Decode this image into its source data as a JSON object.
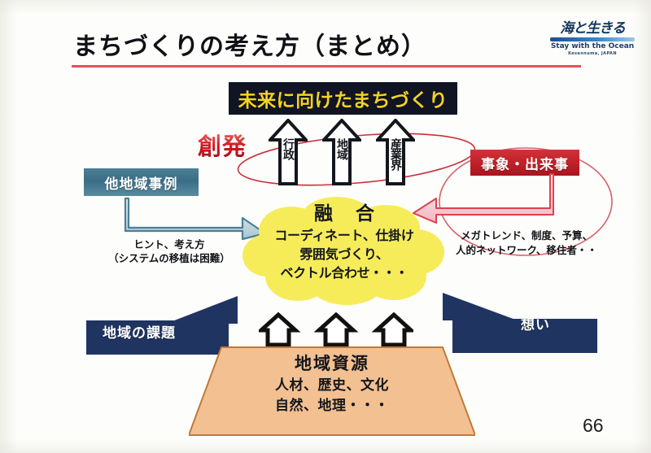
{
  "slide": {
    "title": "まちづくりの考え方（まとめ）",
    "page_number": "66",
    "accent_rule_color": "#e0545c",
    "background_color": "#fdfdfb"
  },
  "logo": {
    "script_text": "海と生きる",
    "english_text": "Stay with the Ocean",
    "sub_text": "Kesennuma, JAPAN",
    "color": "#14365f"
  },
  "banner": {
    "label": "未来に向けたまちづくり",
    "text_color": "#f3d223",
    "background_color": "#111423"
  },
  "emergence": {
    "label": "創発",
    "color": "#d0171f"
  },
  "pillars": {
    "ellipse_color": "#c9303a",
    "items": [
      {
        "label": "行政"
      },
      {
        "label": "地域"
      },
      {
        "label": "産業界"
      }
    ]
  },
  "left_input": {
    "box_label": "他地域事例",
    "box_color": "#3a6d86",
    "note_line1": "ヒント、考え方",
    "note_line2": "（システムの移植は困難）",
    "arrow_color": "#4d7f96"
  },
  "right_input": {
    "box_label": "事象・出来事",
    "box_color": "#c0212a",
    "note_line1": "メガトレンド、制度、予算、",
    "note_line2": "人的ネットワーク、移住者・・",
    "arrow_color": "#e8919a",
    "circle_color": "#d4636c"
  },
  "cloud": {
    "title": "融 合",
    "line1": "コーディネート、仕掛け",
    "line2": "雰囲気づくり、",
    "line3": "ベクトル合わせ・・・",
    "fill_color": "#f6ec5a"
  },
  "side_arrows": {
    "left_label": "地域の課題",
    "right_label": "想い",
    "color": "#1f3461"
  },
  "base": {
    "title": "地域資源",
    "line1": "人材、歴史、文化",
    "line2": "自然、地理・・・",
    "fill_color": "#f3c091",
    "border_color": "#c07a3a"
  },
  "small_arrows": {
    "count": "3",
    "outline_color": "#111111",
    "fill_color": "#ffffff"
  }
}
